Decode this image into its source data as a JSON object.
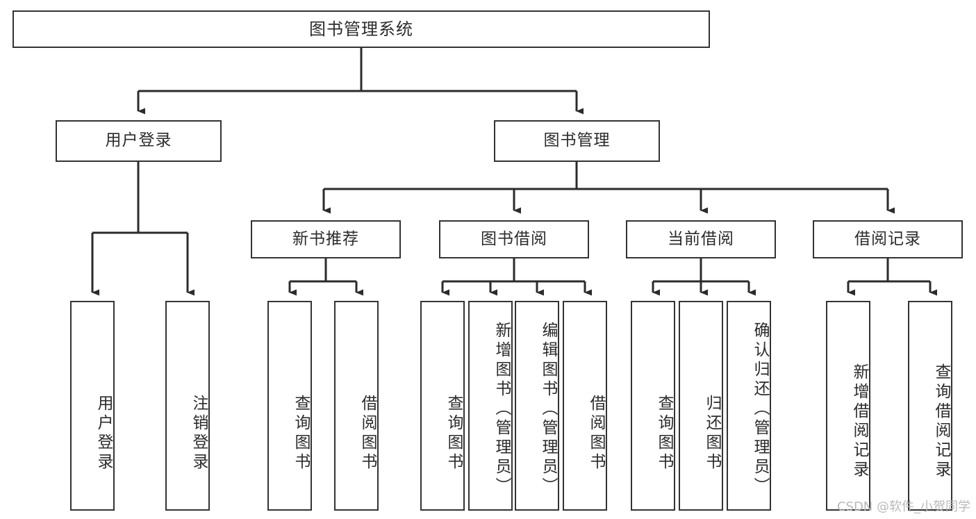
{
  "diagram": {
    "title": "图书管理系统",
    "type": "tree-hierarchy",
    "watermark": "CSDN @软件_小贺同学",
    "colors": {
      "background": "#ffffff",
      "border": "#333333",
      "text": "#2b2b2b",
      "edge": "#2b2b2b",
      "watermark": "#b9b9b9"
    },
    "nodes": {
      "root": {
        "label": "图书管理系统"
      },
      "level1": [
        {
          "id": "user-login",
          "label": "用户登录"
        },
        {
          "id": "book-manage",
          "label": "图书管理"
        }
      ],
      "level2": [
        {
          "id": "new-book-recommend",
          "label": "新书推荐"
        },
        {
          "id": "book-borrow",
          "label": "图书借阅"
        },
        {
          "id": "current-borrow",
          "label": "当前借阅"
        },
        {
          "id": "borrow-record",
          "label": "借阅记录"
        }
      ],
      "leaves": {
        "user_login": [
          {
            "id": "leaf-user-login",
            "label": "用户登录"
          },
          {
            "id": "leaf-logout",
            "label": "注销登录"
          }
        ],
        "new_book_recommend": [
          {
            "id": "leaf-query-book-1",
            "label": "查询图书"
          },
          {
            "id": "leaf-borrow-book-1",
            "label": "借阅图书"
          }
        ],
        "book_borrow": [
          {
            "id": "leaf-query-book-2",
            "label": "查询图书"
          },
          {
            "id": "leaf-add-book",
            "label": "新增图书（管理员）"
          },
          {
            "id": "leaf-edit-book",
            "label": "编辑图书（管理员）"
          },
          {
            "id": "leaf-borrow-book-2",
            "label": "借阅图书"
          }
        ],
        "current_borrow": [
          {
            "id": "leaf-query-book-3",
            "label": "查询图书"
          },
          {
            "id": "leaf-return-book",
            "label": "归还图书"
          },
          {
            "id": "leaf-confirm-return",
            "label": "确认归还（管理员）"
          }
        ],
        "borrow_record": [
          {
            "id": "leaf-add-record",
            "label": "新增借阅记录"
          },
          {
            "id": "leaf-query-record",
            "label": "查询借阅记录"
          }
        ]
      }
    }
  }
}
